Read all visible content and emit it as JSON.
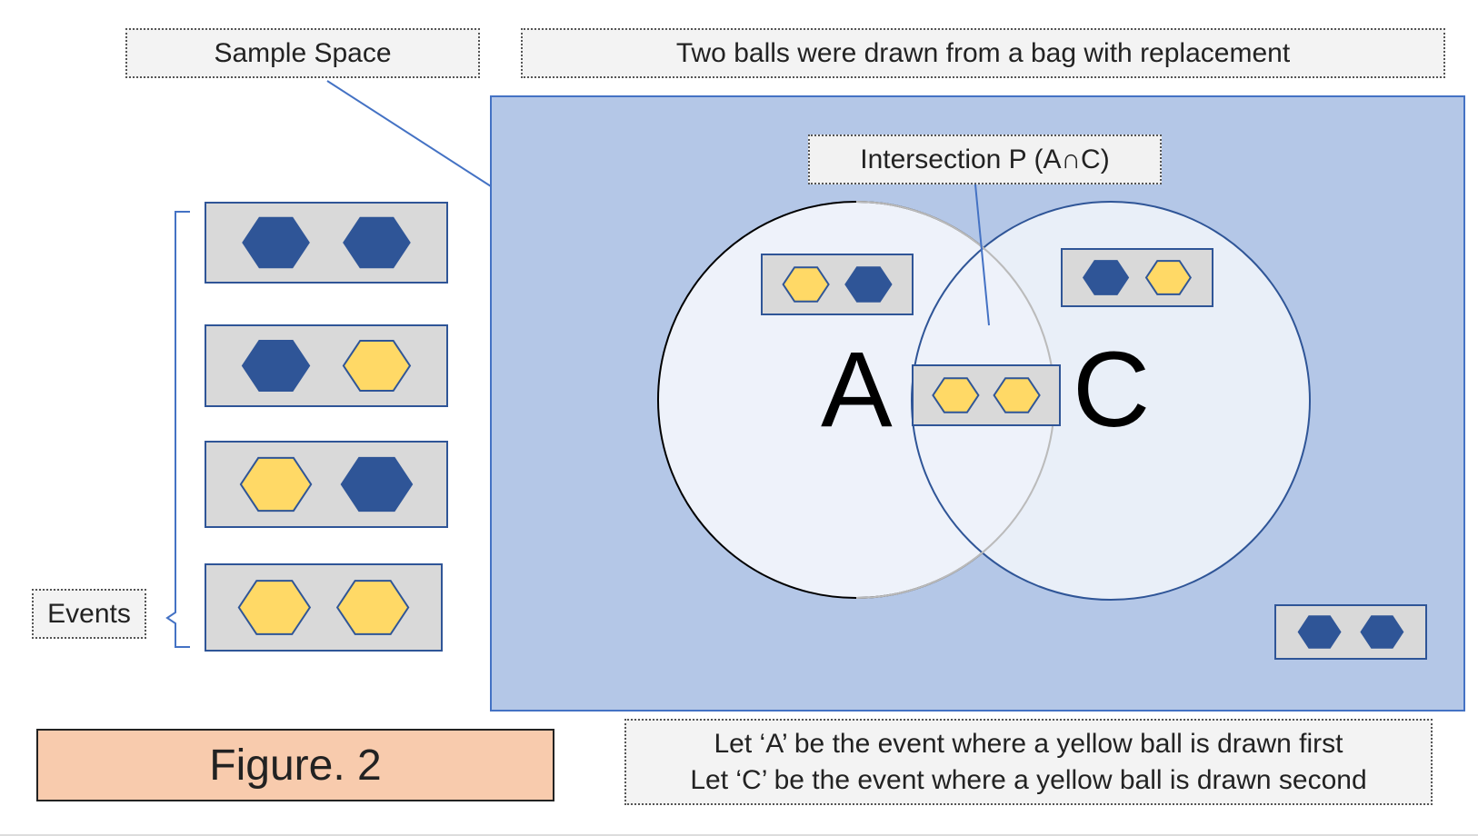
{
  "header": {
    "sample_space_label": "Sample Space",
    "title": "Two balls were drawn from a bag with replacement"
  },
  "venn": {
    "intersection_label": "Intersection P (A∩C)",
    "set_a_label": "A",
    "set_c_label": "C"
  },
  "events": {
    "label": "Events",
    "pairs": [
      [
        "blue",
        "blue"
      ],
      [
        "blue",
        "yellow"
      ],
      [
        "yellow",
        "blue"
      ],
      [
        "yellow",
        "yellow"
      ]
    ]
  },
  "placed_outcomes": {
    "in_a_only": [
      "yellow",
      "blue"
    ],
    "in_c_only": [
      "blue",
      "yellow"
    ],
    "in_intersection": [
      "yellow",
      "yellow"
    ],
    "outside": [
      "blue",
      "blue"
    ]
  },
  "definitions": {
    "line1": "Let ‘A’ be the event where a yellow ball is drawn first",
    "line2": "Let ‘C’ be the event where a yellow ball is drawn second"
  },
  "caption": "Figure. 2",
  "colors": {
    "blue_ball": "#2f5597",
    "yellow_ball": "#ffd966",
    "sample_space_fill": "#b4c7e7",
    "caption_fill": "#f8cbad"
  }
}
